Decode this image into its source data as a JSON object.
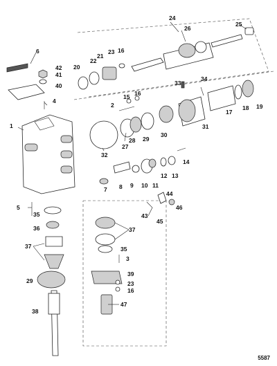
{
  "figure_number": "5587",
  "callouts": {
    "c1": "1",
    "c2": "2",
    "c3": "3",
    "c4": "4",
    "c5": "5",
    "c6": "6",
    "c7": "7",
    "c8": "8",
    "c9": "9",
    "c10": "10",
    "c11": "11",
    "c12": "12",
    "c13": "13",
    "c14": "14",
    "c15": "15",
    "c16a": "16",
    "c16b": "16",
    "c16c": "16",
    "c17": "17",
    "c18": "18",
    "c19": "19",
    "c20": "20",
    "c21": "21",
    "c22": "22",
    "c23": "23",
    "c24": "24",
    "c25": "25",
    "c26": "26",
    "c27": "27",
    "c28": "28",
    "c29a": "29",
    "c29b": "29",
    "c30": "30",
    "c31": "31",
    "c32": "32",
    "c33": "33",
    "c34": "34",
    "c35a": "35",
    "c35b": "35",
    "c36": "36",
    "c37a": "37",
    "c37b": "37",
    "c38": "38",
    "c39": "39",
    "c40": "40",
    "c41": "41",
    "c42": "42",
    "c43": "43",
    "c44": "44",
    "c45": "45",
    "c46": "46",
    "c47": "47"
  }
}
